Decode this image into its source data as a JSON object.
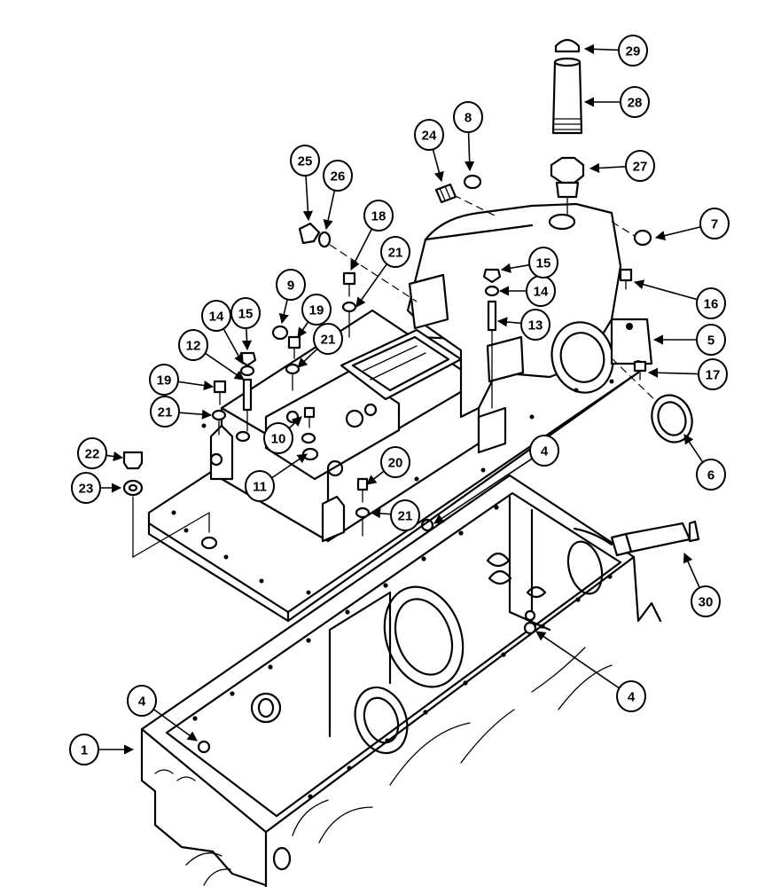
{
  "callouts": [
    {
      "label": "1"
    },
    {
      "label": "4"
    },
    {
      "label": "4"
    },
    {
      "label": "4"
    },
    {
      "label": "5"
    },
    {
      "label": "6"
    },
    {
      "label": "7"
    },
    {
      "label": "8"
    },
    {
      "label": "9"
    },
    {
      "label": "10"
    },
    {
      "label": "11"
    },
    {
      "label": "12"
    },
    {
      "label": "13"
    },
    {
      "label": "14"
    },
    {
      "label": "14"
    },
    {
      "label": "15"
    },
    {
      "label": "15"
    },
    {
      "label": "16"
    },
    {
      "label": "17"
    },
    {
      "label": "18"
    },
    {
      "label": "19"
    },
    {
      "label": "19"
    },
    {
      "label": "20"
    },
    {
      "label": "21"
    },
    {
      "label": "21"
    },
    {
      "label": "21"
    },
    {
      "label": "21"
    },
    {
      "label": "22"
    },
    {
      "label": "23"
    },
    {
      "label": "24"
    },
    {
      "label": "25"
    },
    {
      "label": "26"
    },
    {
      "label": "27"
    },
    {
      "label": "28"
    },
    {
      "label": "29"
    },
    {
      "label": "30"
    }
  ]
}
